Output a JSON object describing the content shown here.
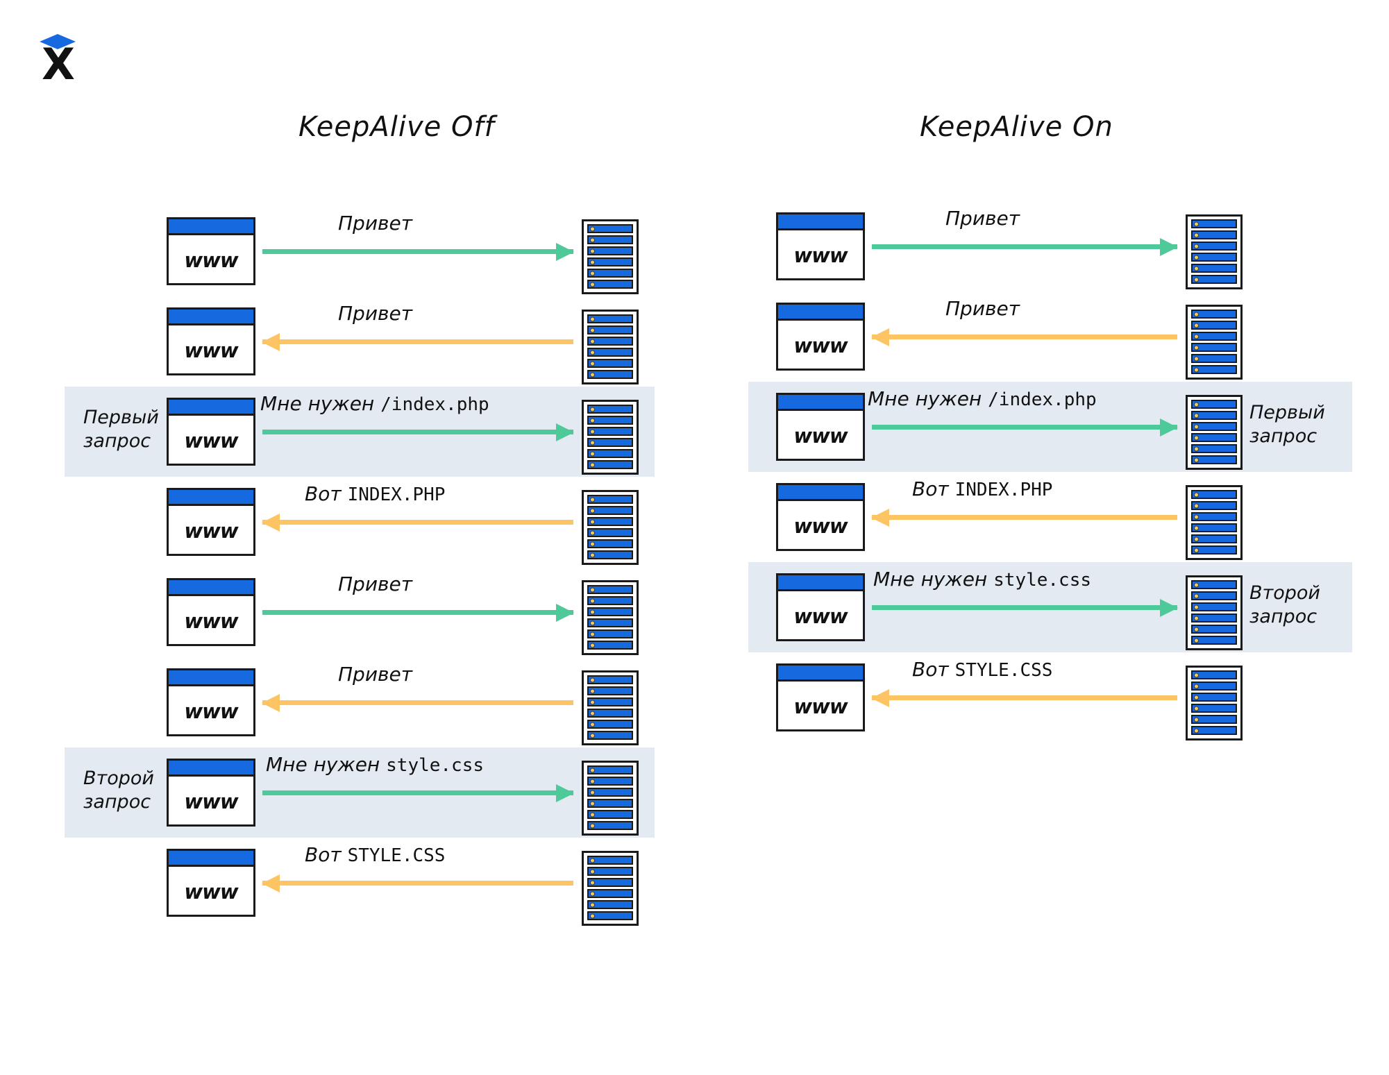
{
  "logo": {
    "letter": "X",
    "icon": "x-logo-diamond-icon",
    "diamond_color": "#1769e0"
  },
  "colors": {
    "request_arrow": "#4ec99a",
    "response_arrow": "#fcc463",
    "band": "#e4eaf2",
    "browser_titlebar": "#1769e0",
    "server_bar": "#1769e0",
    "server_led": "#f7c85a",
    "outline": "#1a1a1a"
  },
  "labels": {
    "browser": "www",
    "first_request_line1": "Первый",
    "first_request_line2": "запрос",
    "second_request_line1": "Второй",
    "second_request_line2": "запрос"
  },
  "columns": [
    {
      "id": "keepalive-off",
      "title": "KeepAlive Off",
      "label_side": "left",
      "rows": [
        {
          "direction": "request",
          "hw": "Привет",
          "mono": "",
          "band": false,
          "side_label": null
        },
        {
          "direction": "response",
          "hw": "Привет",
          "mono": "",
          "band": false,
          "side_label": null
        },
        {
          "direction": "request",
          "hw": "Мне нужен ",
          "mono": "/index.php",
          "band": true,
          "side_label": "first"
        },
        {
          "direction": "response",
          "hw": "Вот ",
          "mono": "INDEX.PHP",
          "band": false,
          "side_label": null
        },
        {
          "direction": "request",
          "hw": "Привет",
          "mono": "",
          "band": false,
          "side_label": null
        },
        {
          "direction": "response",
          "hw": "Привет",
          "mono": "",
          "band": false,
          "side_label": null
        },
        {
          "direction": "request",
          "hw": "Мне нужен ",
          "mono": "style.css",
          "band": true,
          "side_label": "second"
        },
        {
          "direction": "response",
          "hw": "Вот ",
          "mono": "STYLE.CSS",
          "band": false,
          "side_label": null
        }
      ]
    },
    {
      "id": "keepalive-on",
      "title": "KeepAlive On",
      "label_side": "right",
      "rows": [
        {
          "direction": "request",
          "hw": "Привет",
          "mono": "",
          "band": false,
          "side_label": null
        },
        {
          "direction": "response",
          "hw": "Привет",
          "mono": "",
          "band": false,
          "side_label": null
        },
        {
          "direction": "request",
          "hw": "Мне нужен ",
          "mono": "/index.php",
          "band": true,
          "side_label": "first"
        },
        {
          "direction": "response",
          "hw": "Вот ",
          "mono": "INDEX.PHP",
          "band": false,
          "side_label": null
        },
        {
          "direction": "request",
          "hw": "Мне нужен ",
          "mono": "style.css",
          "band": true,
          "side_label": "second"
        },
        {
          "direction": "response",
          "hw": "Вот ",
          "mono": "STYLE.CSS",
          "band": false,
          "side_label": null
        }
      ]
    }
  ]
}
